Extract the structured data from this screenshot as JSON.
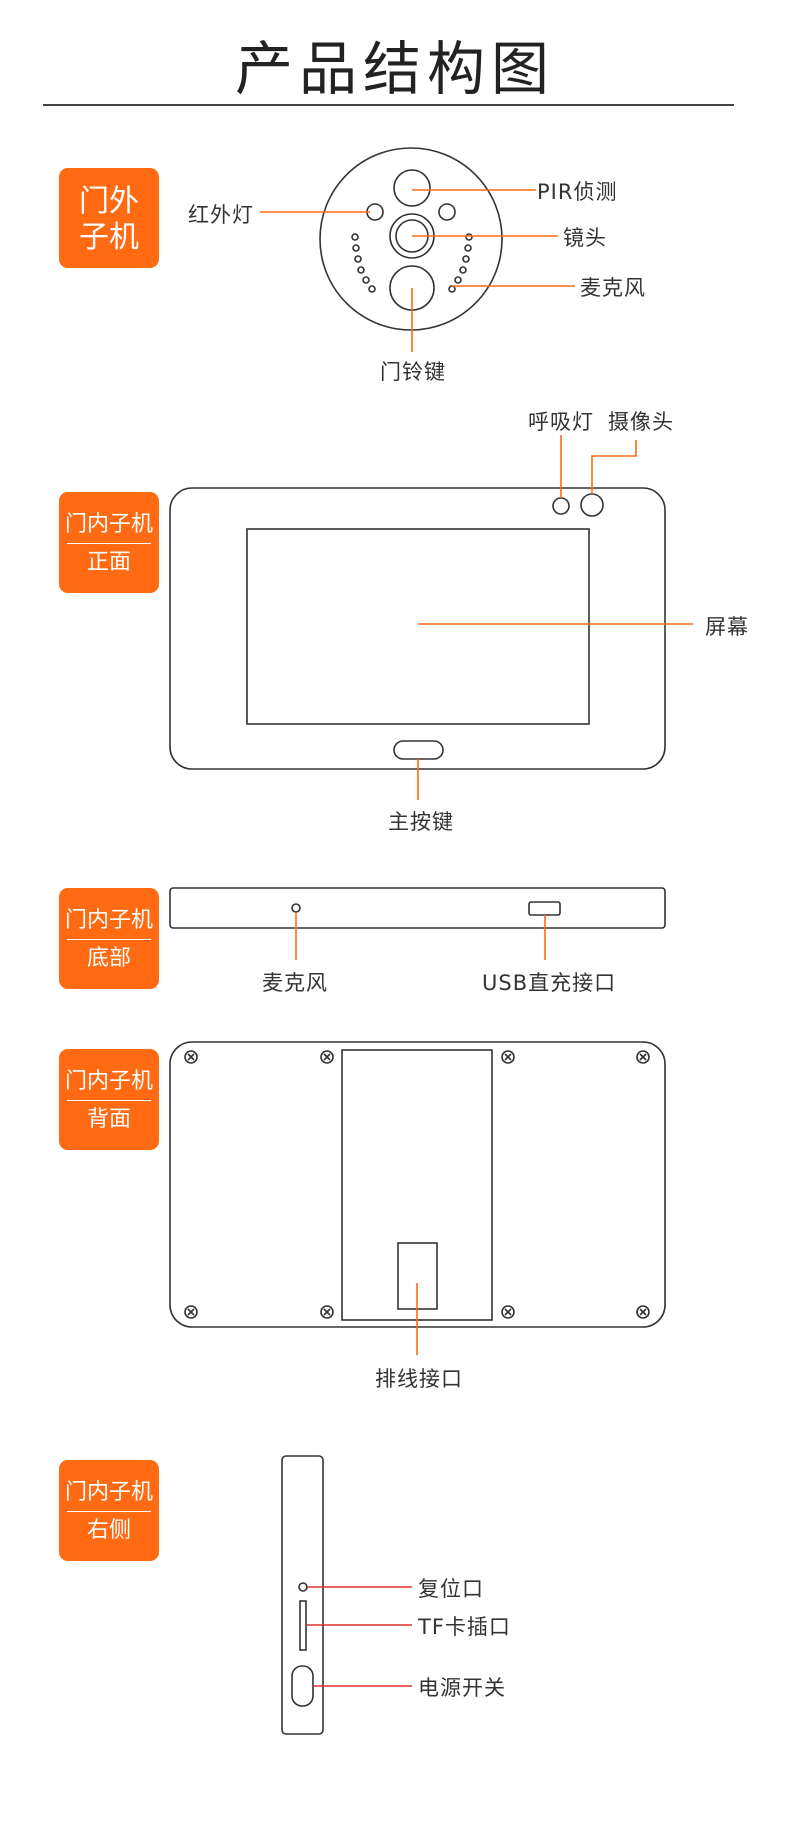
{
  "title": "产品结构图",
  "outdoor": {
    "badge_line1": "门外",
    "badge_line2": "子机",
    "labels": {
      "pir": "PIR侦测",
      "infrared": "红外灯",
      "lens": "镜头",
      "mic": "麦克风",
      "doorbell": "门铃键"
    }
  },
  "front": {
    "badge_top": "门内子机",
    "badge_bottom": "正面",
    "labels": {
      "breath_light": "呼吸灯",
      "camera": "摄像头",
      "screen": "屏幕",
      "main_button": "主按键"
    }
  },
  "bottom": {
    "badge_top": "门内子机",
    "badge_bottom": "底部",
    "labels": {
      "mic": "麦克风",
      "usb": "USB直充接口"
    }
  },
  "back": {
    "badge_top": "门内子机",
    "badge_bottom": "背面",
    "labels": {
      "cable_port": "排线接口"
    }
  },
  "side": {
    "badge_top": "门内子机",
    "badge_bottom": "右侧",
    "labels": {
      "reset": "复位口",
      "tf_slot": "TF卡插口",
      "power": "电源开关"
    }
  },
  "colors": {
    "accent": "#ff6a13",
    "side_leader": "#e03030",
    "outline": "#333333"
  }
}
